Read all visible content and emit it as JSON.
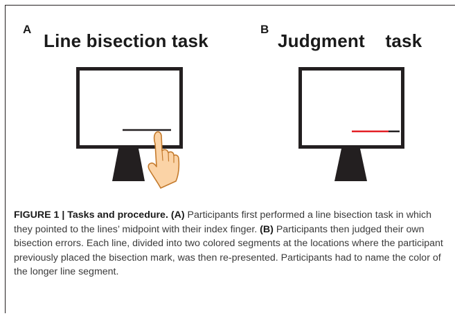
{
  "panels": [
    {
      "letter": "A",
      "title": "Line bisection task"
    },
    {
      "letter": "B",
      "title": "Judgment    task"
    }
  ],
  "caption": {
    "label": "FIGURE 1 | Tasks and procedure.",
    "part_a_marker": "(A)",
    "part_a_text": "Participants first performed a line bisection task in which they pointed to the lines’ midpoint with their index finger.",
    "part_b_marker": "(B)",
    "part_b_text": "Participants then judged their own bisection errors. Each line, divided into two colored segments at the locations where the participant previously placed the bisection mark, was then re-presented. Participants had to name the color of the longer line segment."
  },
  "colors": {
    "frame": "#231f20",
    "monitor": "#231f20",
    "red_segment": "#e31e24",
    "black_segment": "#231f20",
    "hand_fill": "#fbd3a6",
    "hand_stroke": "#c47a2c"
  }
}
